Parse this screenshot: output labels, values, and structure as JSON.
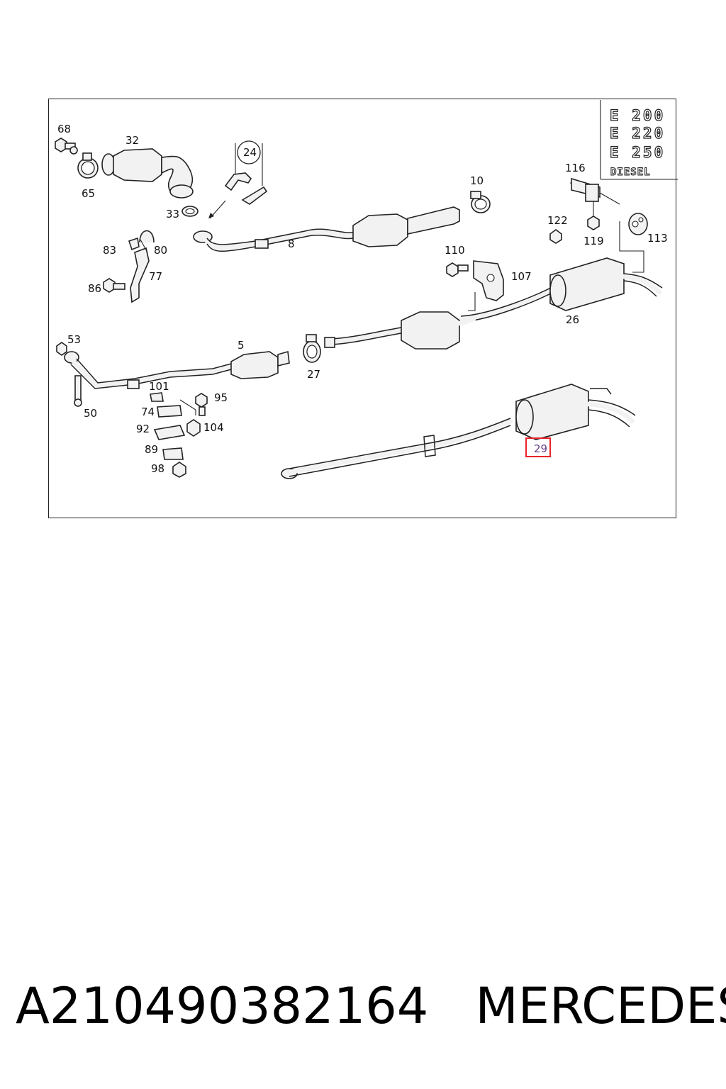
{
  "variants": [
    "E 200",
    "E 220",
    "E 250",
    "DIESEL"
  ],
  "highlight_color": "#e8232a",
  "callouts": {
    "c68": "68",
    "c32": "32",
    "c65": "65",
    "c24": "24",
    "c33": "33",
    "c83": "83",
    "c80": "80",
    "c77": "77",
    "c86": "86",
    "c8": "8",
    "c10": "10",
    "c116": "116",
    "c122": "122",
    "c119": "119",
    "c113": "113",
    "c110": "110",
    "c107": "107",
    "c26": "26",
    "c53": "53",
    "c5": "5",
    "c27": "27",
    "c101": "101",
    "c95": "95",
    "c74": "74",
    "c50": "50",
    "c92": "92",
    "c104": "104",
    "c89": "89",
    "c98": "98",
    "c29": "29"
  },
  "caption": {
    "part_number": "A210490382164",
    "brand": "MERCEDES"
  }
}
